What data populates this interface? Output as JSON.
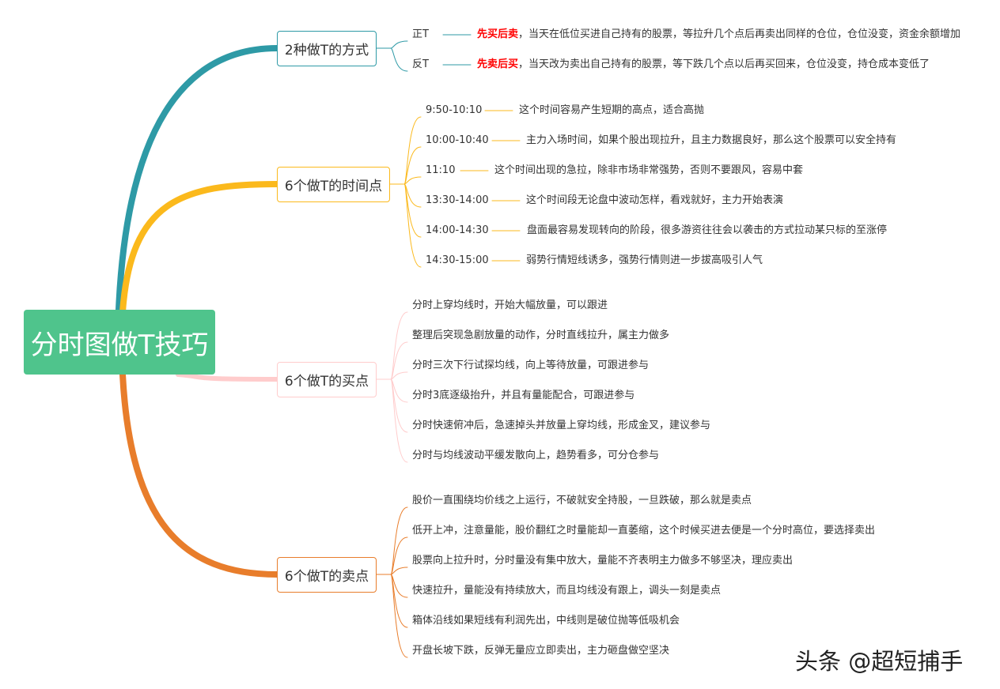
{
  "root": {
    "label": "分时图做T技巧"
  },
  "colors": {
    "root": "#4fc48c",
    "b0": "#2e9aa6",
    "b1": "#fbb91c",
    "b2": "#ffcccc",
    "b3": "#e87d2b"
  },
  "branches": [
    {
      "label": "2种做T的方式",
      "items": [
        {
          "key": "正T",
          "highlight": "先买后卖",
          "text": "，当天在低位买进自己持有的股票，等拉升几个点后再卖出同样的仓位，仓位没变，资金余额增加"
        },
        {
          "key": "反T",
          "highlight": "先卖后买",
          "text": "，当天改为卖出自己持有的股票，等下跌几个点以后再买回来，仓位没变，持仓成本变低了"
        }
      ]
    },
    {
      "label": "6个做T的时间点",
      "items": [
        {
          "key": "9:50-10:10",
          "text": "这个时间容易产生短期的高点，适合高抛"
        },
        {
          "key": "10:00-10:40",
          "text": "主力入场时间，如果个股出现拉升，且主力数据良好，那么这个股票可以安全持有"
        },
        {
          "key": "11:10",
          "text": "这个时间出现的急拉，除非市场非常强势，否则不要跟风，容易中套"
        },
        {
          "key": "13:30-14:00",
          "text": "这个时间段无论盘中波动怎样，看戏就好，主力开始表演"
        },
        {
          "key": "14:00-14:30",
          "text": "盘面最容易发现转向的阶段，很多游资往往会以袭击的方式拉动某只标的至涨停"
        },
        {
          "key": "14:30-15:00",
          "text": "弱势行情短线诱多，强势行情则进一步拔高吸引人气"
        }
      ]
    },
    {
      "label": "6个做T的买点",
      "items": [
        {
          "text": "分时上穿均线时，开始大幅放量，可以跟进"
        },
        {
          "text": "整理后突现急剧放量的动作，分时直线拉升，属主力做多"
        },
        {
          "text": "分时三次下行试探均线，向上等待放量，可跟进参与"
        },
        {
          "text": "分时3底逐级抬升，并且有量能配合，可跟进参与"
        },
        {
          "text": "分时快速俯冲后，急速掉头并放量上穿均线，形成金叉，建议参与"
        },
        {
          "text": "分时与均线波动平缓发散向上，趋势看多，可分仓参与"
        }
      ]
    },
    {
      "label": "6个做T的卖点",
      "items": [
        {
          "text": "股价一直围绕均价线之上运行，不破就安全持股，一旦跌破，那么就是卖点"
        },
        {
          "text": "低开上冲，注意量能，股价翻红之时量能却一直萎缩，这个时候买进去便是一个分时高位，要选择卖出"
        },
        {
          "text": "股票向上拉升时，分时量没有集中放大，量能不齐表明主力做多不够坚决，理应卖出"
        },
        {
          "text": "快速拉升，量能没有持续放大，而且均线没有跟上，调头一刻是卖点"
        },
        {
          "text": "箱体沿线如果短线有利润先出，中线则是破位抛等低吸机会"
        },
        {
          "text": "开盘长坡下跌，反弹无量应立即卖出，主力砸盘做空坚决"
        }
      ]
    }
  ],
  "watermark": "头条 @超短捕手"
}
